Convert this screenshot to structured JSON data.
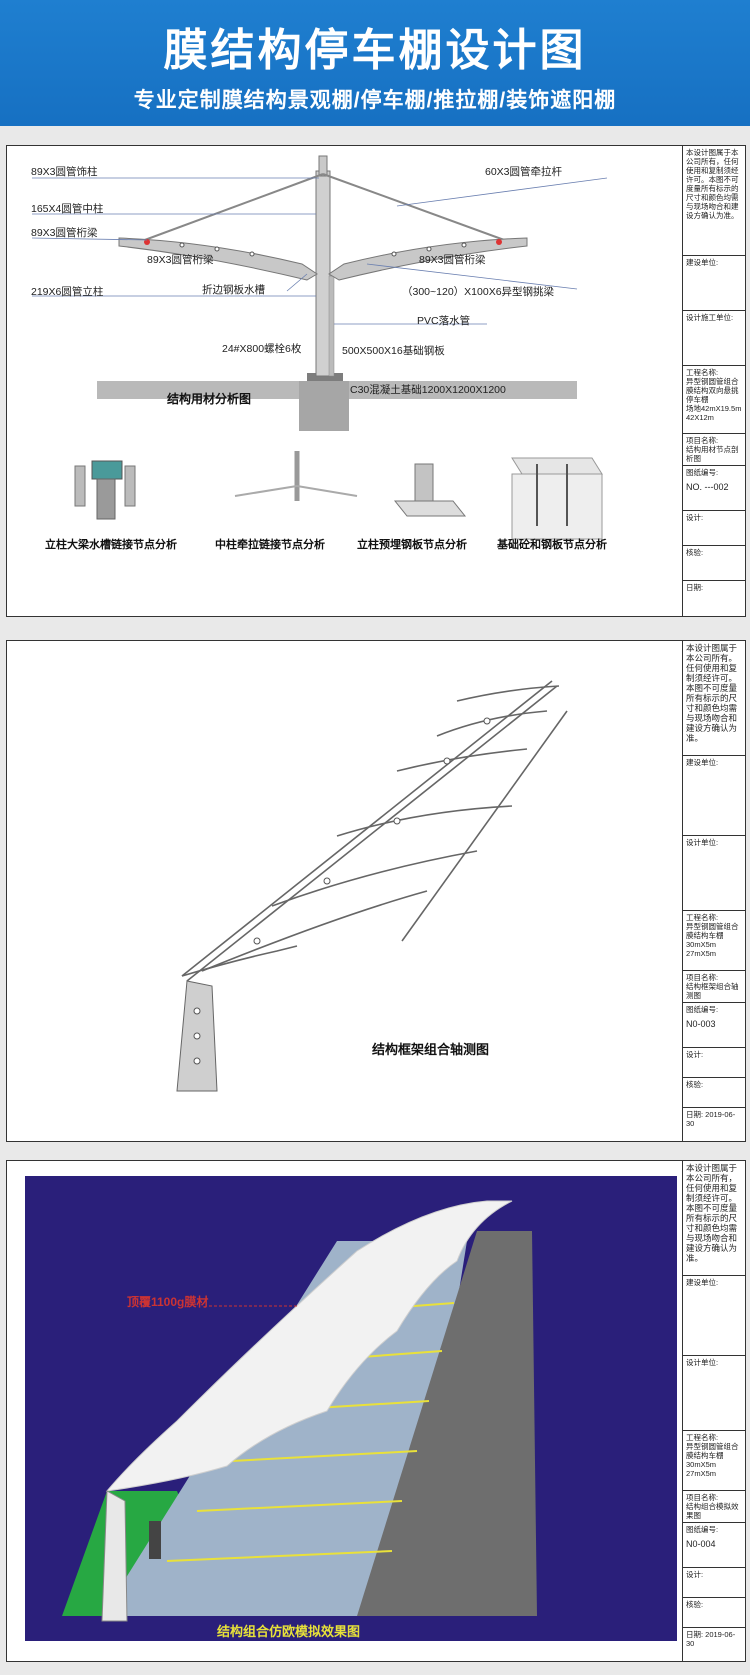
{
  "header": {
    "title": "膜结构停车棚设计图",
    "subtitle": "专业定制膜结构景观棚/停车棚/推拉棚/装饰遮阳棚",
    "bg_color": "#1670c2"
  },
  "sheet1": {
    "labels": {
      "l1": "89X3圆管饰柱",
      "l2": "165X4圆管中柱",
      "l3": "89X3圆管桁梁",
      "l4": "89X3圆管桁梁",
      "l5": "219X6圆管立柱",
      "l6": "折边钢板水槽",
      "l7": "24#X800螺栓6枚",
      "r1": "60X3圆管牵拉杆",
      "r2": "89X3圆管桁梁",
      "r3": "（300~120）X100X6异型钢挑梁",
      "r4": "PVC落水管",
      "r5": "500X500X16基础钢板",
      "r6": "C30混凝土基础1200X1200X1200"
    },
    "main_caption": "结构用材分析图",
    "detail_captions": [
      "立柱大梁水槽链接节点分析",
      "中柱牵拉链接节点分析",
      "立柱预埋钢板节点分析",
      "基础砼和钢板节点分析"
    ],
    "title_block": {
      "notice": "本设计图属于本公司所有，任何使用和复制须经许可。本图不可度量所有标示的尺寸和颜色均需与现场吻合和建设方确认为准。",
      "client": "建设单位:",
      "builder": "设计施工单位:",
      "project_label": "工程名称:",
      "project": "异型钢圆管组合膜结构双向悬挑停车棚",
      "size": "场地42mX19.5m 42X12m",
      "item_label": "项目名称:",
      "item": "结构用材节点剖析图",
      "drawing_no_label": "图纸编号:",
      "drawing_no": "NO. ---002",
      "design": "设计:",
      "check": "核验:",
      "date": "日期:"
    }
  },
  "sheet2": {
    "caption": "结构框架组合轴测图",
    "title_block": {
      "notice": "本设计图属于本公司所有。任何使用和复制须经许可。本图不可度量所有标示的尺寸和颜色均需与现场吻合和建设方确认为准。",
      "client": "建设单位:",
      "builder": "设计单位:",
      "project_label": "工程名称:",
      "project": "异型钢圆管组合膜结构车棚",
      "size": "30mX5m 27mX5m",
      "item_label": "项目名称:",
      "item": "结构框架组合轴测图",
      "drawing_no_label": "图纸编号:",
      "drawing_no": "N0-003",
      "design": "设计:",
      "check": "核验:",
      "date": "日期: 2019-06-30"
    }
  },
  "sheet3": {
    "callout": "顶覆1100g膜材",
    "caption": "结构组合仿欧模拟效果图",
    "colors": {
      "background": "#2a1f7a",
      "membrane": "#f2f2f2",
      "ground": "#9fb3c9",
      "grass": "#27a843",
      "road": "#6e6e6e",
      "line": "#e9e13a"
    },
    "title_block": {
      "notice": "本设计图属于本公司所有，任何使用和复制须经许可。本图不可度量所有标示的尺寸和颜色均需与现场吻合和建设方确认为准。",
      "client": "建设单位:",
      "builder": "设计单位:",
      "project_label": "工程名称:",
      "project": "异型钢圆管组合膜结构车棚",
      "size": "30mX5m 27mX5m",
      "item_label": "项目名称:",
      "item": "结构组合模拟效果图",
      "drawing_no_label": "图纸编号:",
      "drawing_no": "N0-004",
      "design": "设计:",
      "check": "核验:",
      "date": "日期: 2019-06-30"
    }
  }
}
